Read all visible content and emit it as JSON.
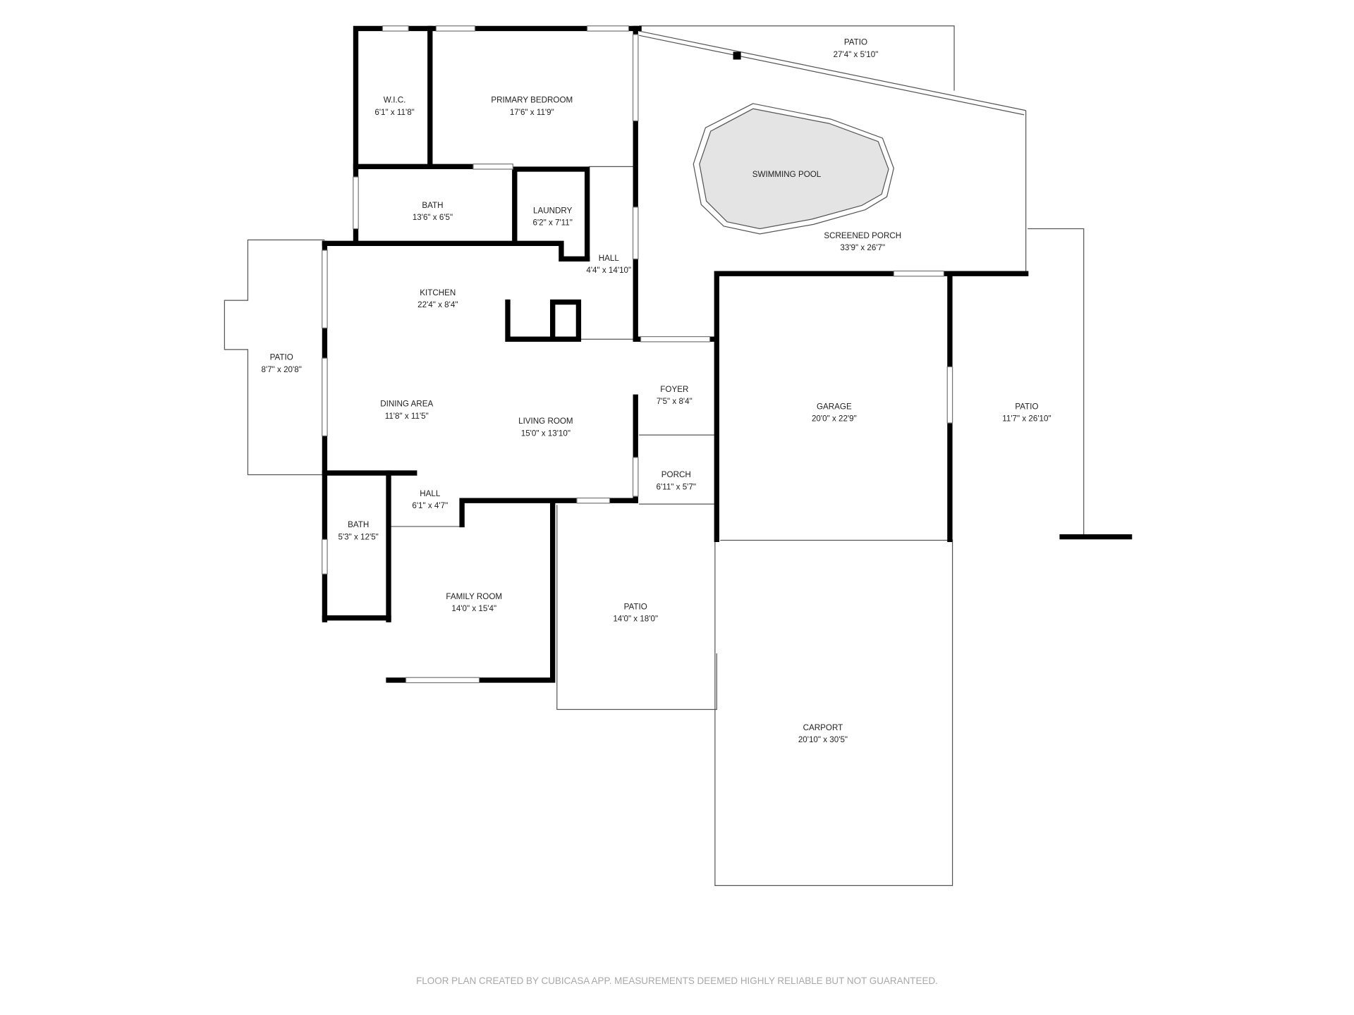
{
  "rooms": [
    {
      "name": "W.I.C.",
      "size": "6'1\" x 11'8\""
    },
    {
      "name": "PRIMARY BEDROOM",
      "size": "17'6\" x 11'9\""
    },
    {
      "name": "PATIO",
      "size": "27'4\" x 5'10\""
    },
    {
      "name": "SWIMMING POOL",
      "size": ""
    },
    {
      "name": "SCREENED PORCH",
      "size": "33'9\" x 26'7\""
    },
    {
      "name": "BATH",
      "size": "13'6\" x 6'5\""
    },
    {
      "name": "LAUNDRY",
      "size": "6'2\" x 7'11\""
    },
    {
      "name": "HALL",
      "size": "4'4\" x 14'10\""
    },
    {
      "name": "KITCHEN",
      "size": "22'4\" x 8'4\""
    },
    {
      "name": "PATIO",
      "size": "8'7\" x 20'8\""
    },
    {
      "name": "DINING AREA",
      "size": "11'8\" x 11'5\""
    },
    {
      "name": "LIVING ROOM",
      "size": "15'0\" x 13'10\""
    },
    {
      "name": "FOYER",
      "size": "7'5\" x 8'4\""
    },
    {
      "name": "GARAGE",
      "size": "20'0\" x 22'9\""
    },
    {
      "name": "PATIO",
      "size": "11'7\" x 26'10\""
    },
    {
      "name": "PORCH",
      "size": "6'11\" x 5'7\""
    },
    {
      "name": "HALL",
      "size": "6'1\" x 4'7\""
    },
    {
      "name": "BATH",
      "size": "5'3\" x 12'5\""
    },
    {
      "name": "FAMILY ROOM",
      "size": "14'0\" x 15'4\""
    },
    {
      "name": "PATIO",
      "size": "14'0\" x 18'0\""
    },
    {
      "name": "CARPORT",
      "size": "20'10\" x 30'5\""
    }
  ],
  "footer": "FLOOR PLAN CREATED BY CUBICASA APP. MEASUREMENTS DEEMED HIGHLY RELIABLE BUT NOT GUARANTEED."
}
